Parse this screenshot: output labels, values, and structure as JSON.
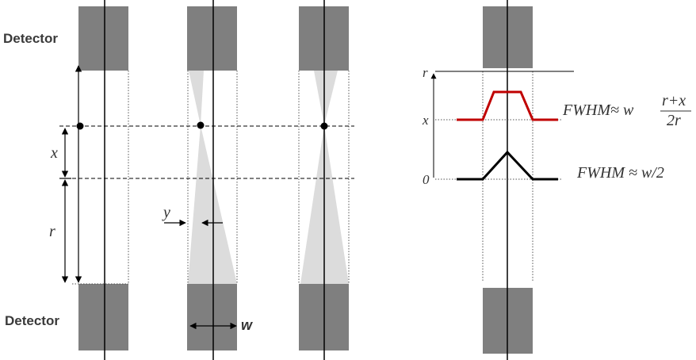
{
  "labels": {
    "detector_top": "Detector",
    "detector_bottom": "Detector",
    "x": "x",
    "r": "r",
    "y": "y",
    "w": "w"
  },
  "profile_panel": {
    "axis_r": "r",
    "axis_x": "x",
    "axis_zero": "0",
    "fwhm_top_prefix": "FWHM≈ w",
    "fwhm_top_numerator": "r+x",
    "fwhm_top_denominator": "2r",
    "fwhm_bottom": "FWHM ≈ w/2"
  },
  "colors": {
    "detector": "#7f7f7f",
    "beam": "#dcdcdc",
    "profile_top": "#c00000",
    "profile_bottom": "#000000",
    "line": "#000000"
  }
}
